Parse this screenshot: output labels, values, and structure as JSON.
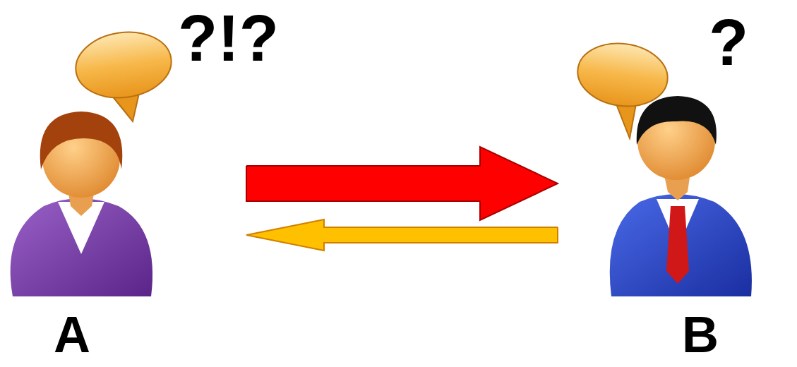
{
  "diagram": {
    "nodes": [
      {
        "text": [
          "A"
        ]
      },
      {
        "text": [
          "B"
        ]
      }
    ],
    "edges": [
      {
        "from": 0,
        "to": 1,
        "arrow": "to"
      },
      {
        "from": 1,
        "to": 0,
        "arrow": "to"
      }
    ],
    "labels": [
      "?!?",
      "?"
    ]
  }
}
